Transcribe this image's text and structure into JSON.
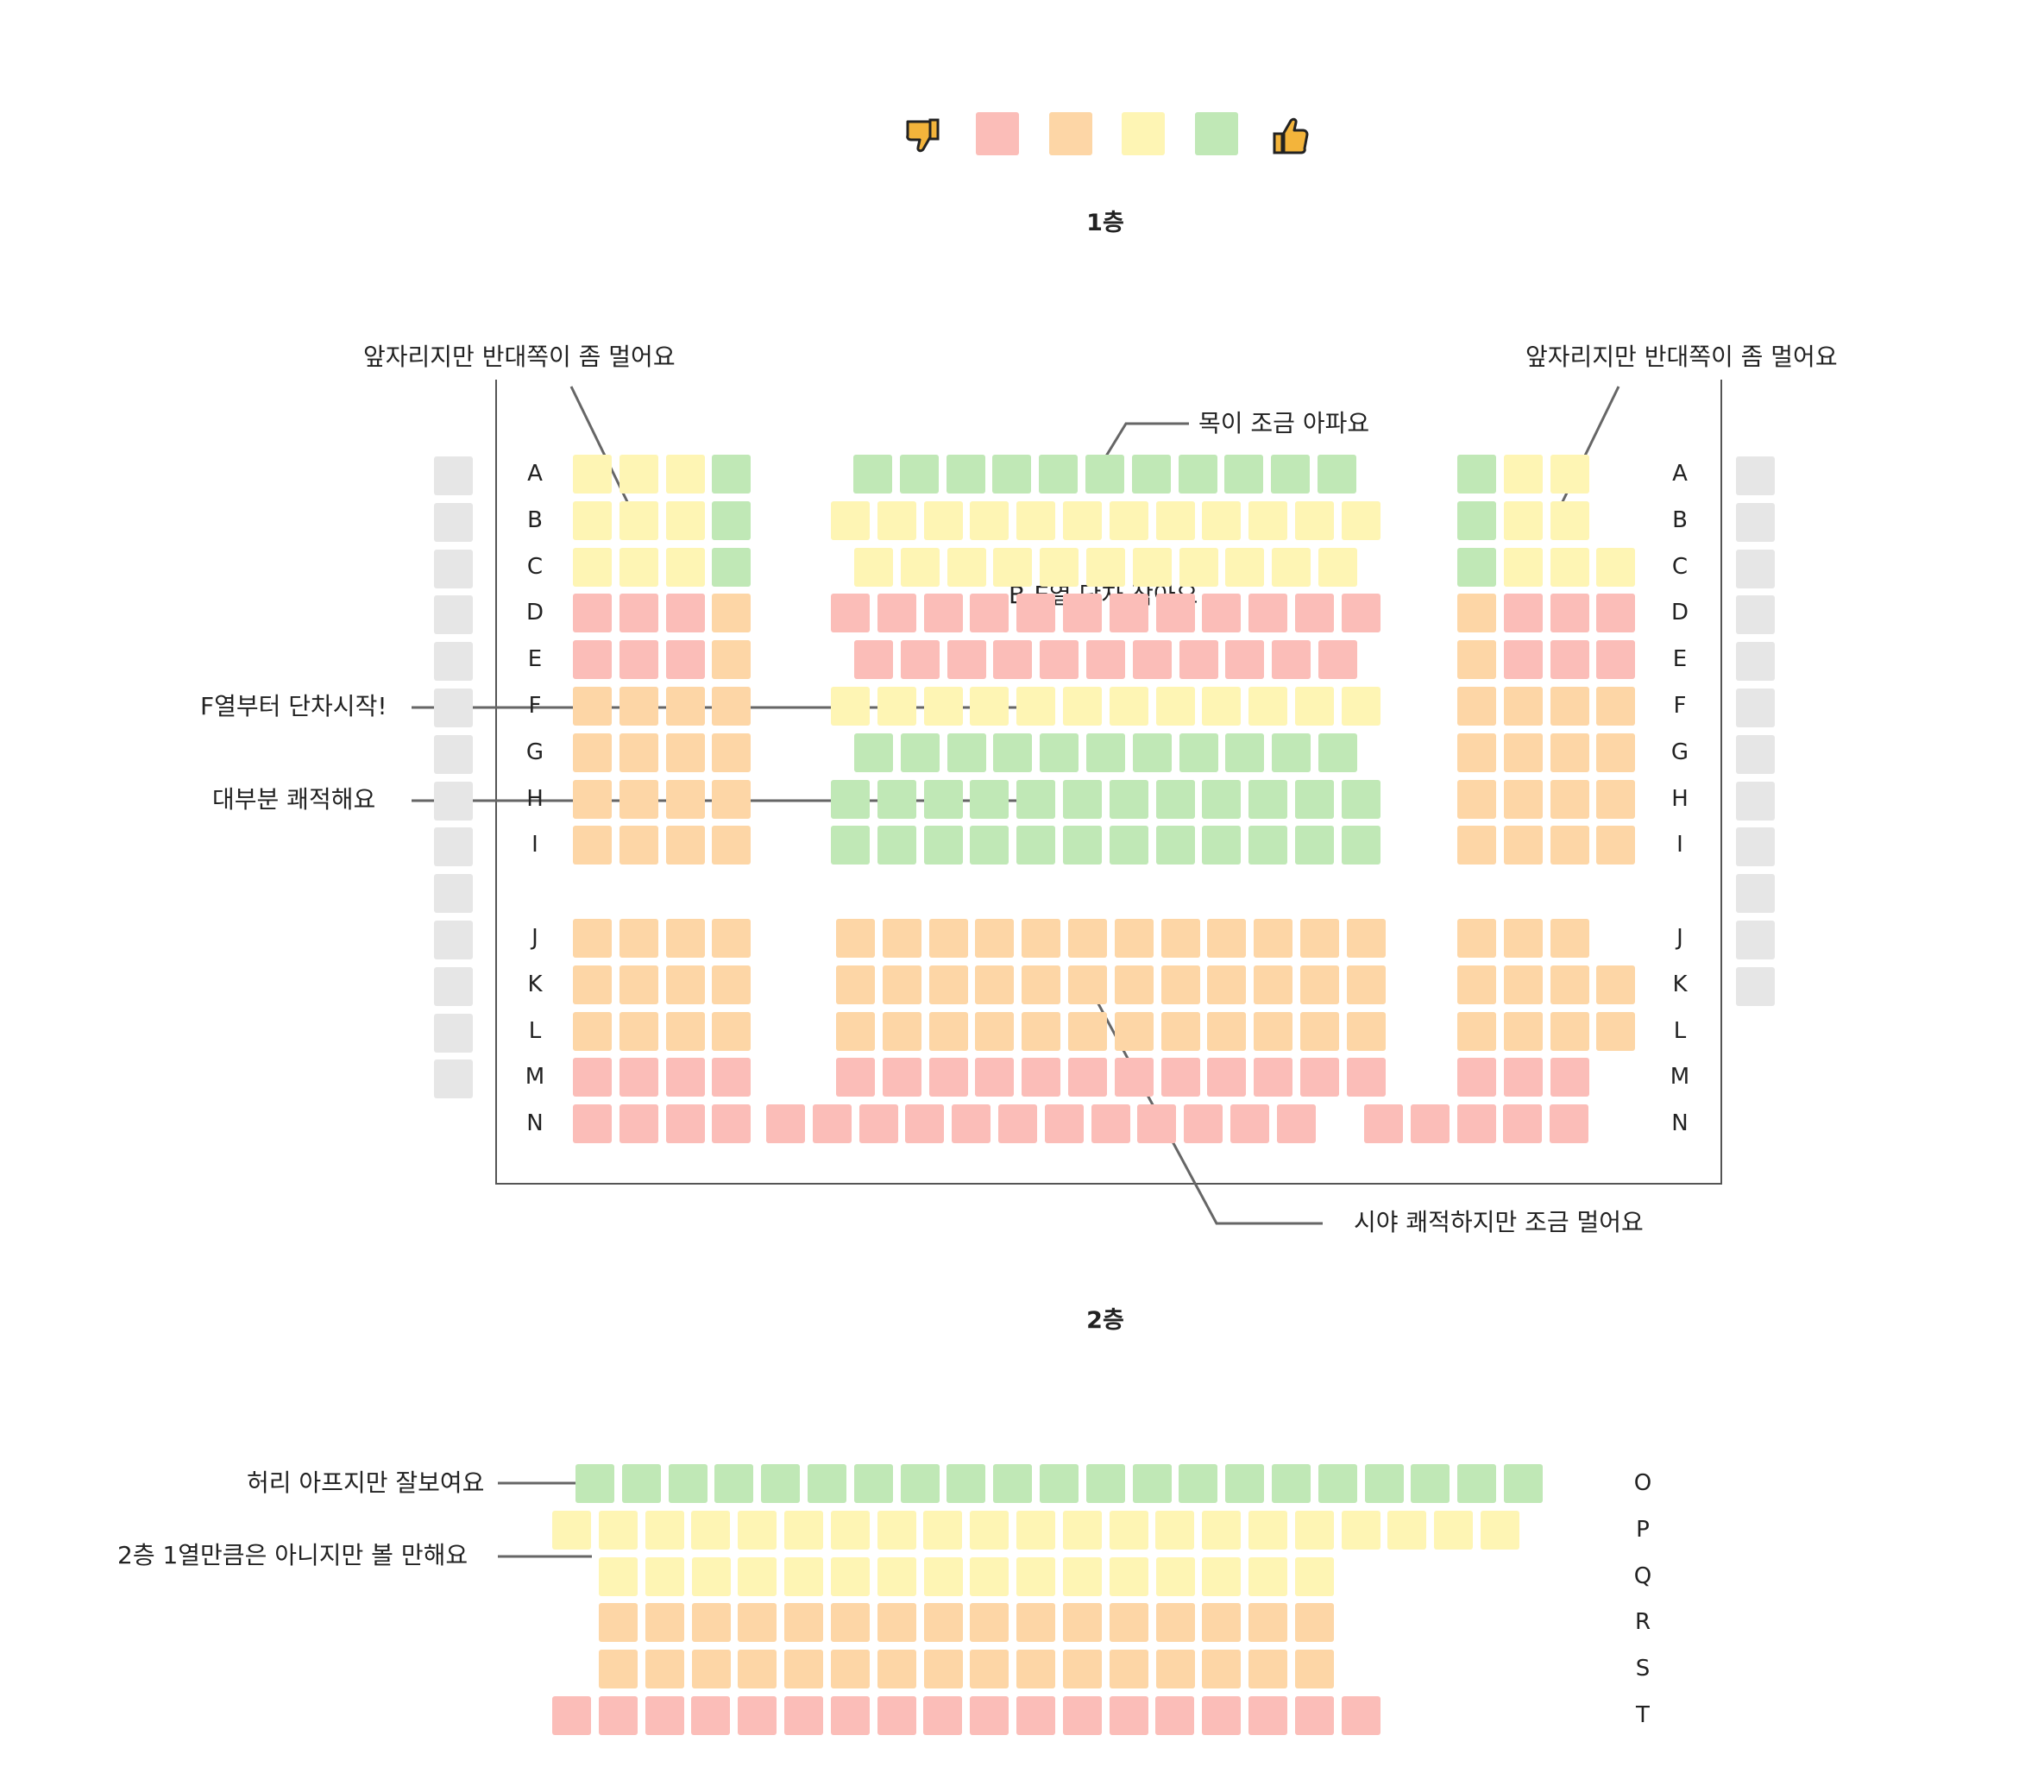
{
  "legend": {
    "low_icon": "thumbs-down-icon",
    "high_icon": "thumbs-up-icon",
    "steps": [
      "red",
      "orange",
      "yellow",
      "green"
    ]
  },
  "colors": {
    "red": "#fbbdb8",
    "orange": "#fdd6a6",
    "yellow": "#fef5b4",
    "green": "#c0e8b6",
    "gray": "#e6e6e6",
    "line": "#666666",
    "icon": "#f3b43b"
  },
  "floors": {
    "first": "1층",
    "second": "2층"
  },
  "rows": {
    "floor1": [
      "A",
      "B",
      "C",
      "D",
      "E",
      "F",
      "G",
      "H",
      "I",
      "J",
      "K",
      "L",
      "M",
      "N"
    ],
    "floor2": [
      "O",
      "P",
      "Q",
      "R",
      "S",
      "T"
    ]
  },
  "notes": {
    "front_left": "앞자리지만 반대쪽이 좀 멀어요",
    "front_right": "앞자리지만 반대쪽이 좀 멀어요",
    "neck": "목이 조금 아파요",
    "small_step": "B-E열 단차 작아요",
    "step_start": "F열부터 단차시작!",
    "mostly_comfy": "대부분 쾌적해요",
    "view_far": "시야 쾌적하지만 조금 멀어요",
    "waist": "허리 아프지만 잘보여요",
    "watchable": "2층 1열만큼은 아니지만 볼 만해요"
  },
  "chart_data": {
    "type": "heatmap",
    "scale": [
      "red",
      "orange",
      "yellow",
      "green"
    ],
    "floor1_left": {
      "A": [
        "yellow",
        "yellow",
        "yellow",
        "green"
      ],
      "B": [
        "yellow",
        "yellow",
        "yellow",
        "green"
      ],
      "C": [
        "yellow",
        "yellow",
        "yellow",
        "green"
      ],
      "D": [
        "red",
        "red",
        "red",
        "orange"
      ],
      "E": [
        "red",
        "red",
        "red",
        "orange"
      ],
      "F": [
        "orange",
        "orange",
        "orange",
        "orange"
      ],
      "G": [
        "orange",
        "orange",
        "orange",
        "orange"
      ],
      "H": [
        "orange",
        "orange",
        "orange",
        "orange"
      ],
      "I": [
        "orange",
        "orange",
        "orange",
        "orange"
      ],
      "J": [
        "orange",
        "orange",
        "orange",
        "orange"
      ],
      "K": [
        "orange",
        "orange",
        "orange",
        "orange"
      ],
      "L": [
        "orange",
        "orange",
        "orange",
        "orange"
      ],
      "M": [
        "red",
        "red",
        "red",
        "red"
      ],
      "N": [
        "red",
        "red",
        "red",
        "red"
      ]
    },
    "floor1_center": {
      "A": {
        "seats": 11,
        "value": "green"
      },
      "B": {
        "seats": 12,
        "value": "yellow"
      },
      "C": {
        "seats": 11,
        "value": "yellow"
      },
      "D": {
        "seats": 12,
        "value": "red"
      },
      "E": {
        "seats": 11,
        "value": "red"
      },
      "F": {
        "seats": 12,
        "value": "yellow"
      },
      "G": {
        "seats": 11,
        "value": "green"
      },
      "H": {
        "seats": 12,
        "value": "green"
      },
      "I": {
        "seats": 12,
        "value": "green"
      },
      "J": {
        "seats": 12,
        "value": "orange"
      },
      "K": {
        "seats": 12,
        "value": "orange"
      },
      "L": {
        "seats": 12,
        "value": "orange"
      },
      "M": {
        "seats": 12,
        "value": "red"
      },
      "N": {
        "seats": 12,
        "value": "red"
      }
    },
    "floor1_right": {
      "A": [
        "green",
        "yellow",
        "yellow"
      ],
      "B": [
        "green",
        "yellow",
        "yellow"
      ],
      "C": [
        "green",
        "yellow",
        "yellow",
        "yellow"
      ],
      "D": [
        "orange",
        "red",
        "red",
        "red"
      ],
      "E": [
        "orange",
        "red",
        "red",
        "red"
      ],
      "F": [
        "orange",
        "orange",
        "orange",
        "orange"
      ],
      "G": [
        "orange",
        "orange",
        "orange",
        "orange"
      ],
      "H": [
        "orange",
        "orange",
        "orange",
        "orange"
      ],
      "I": [
        "orange",
        "orange",
        "orange",
        "orange"
      ],
      "J": [
        "orange",
        "orange",
        "orange"
      ],
      "K": [
        "orange",
        "orange",
        "orange",
        "orange"
      ],
      "L": [
        "orange",
        "orange",
        "orange",
        "orange"
      ],
      "M": [
        "red",
        "red",
        "red"
      ],
      "N": [
        "red",
        "red",
        "red",
        "red",
        "red"
      ]
    },
    "floor2": {
      "O": {
        "seats": 21,
        "value": "green"
      },
      "P": {
        "seats": 21,
        "value": "yellow"
      },
      "Q": {
        "seats": 16,
        "value": "yellow"
      },
      "R": {
        "seats": 16,
        "value": "orange"
      },
      "S": {
        "seats": 16,
        "value": "orange"
      },
      "T": {
        "seats": 18,
        "value": "red"
      }
    }
  }
}
